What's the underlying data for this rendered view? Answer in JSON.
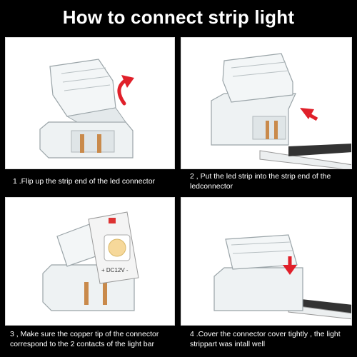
{
  "title": "How to connect strip light",
  "steps": [
    {
      "caption": "1 .Flip up the strip end of the led connector"
    },
    {
      "caption": "2 , Put the led strip into the strip end of the ledconnector"
    },
    {
      "caption": "3 , Make sure the copper tip of the connector correspond to the 2 contacts of the light bar"
    },
    {
      "caption": "4 .Cover the connector cover tightly , the light strippart was intall well"
    }
  ],
  "strip_marking": "+ DC12V -",
  "colors": {
    "background": "#000000",
    "panel": "#ffffff",
    "arrow": "#e0202a",
    "clear_plastic": "#e9eef0",
    "copper": "#c98a4b"
  },
  "icons": [
    "curved-arrow-icon",
    "arrow-icon"
  ]
}
